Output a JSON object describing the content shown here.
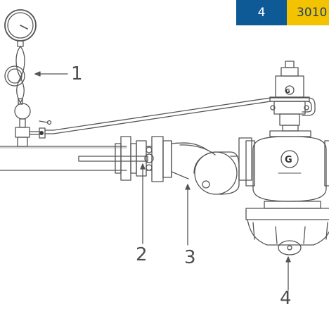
{
  "header": {
    "badge_left": "4",
    "badge_right": "3010"
  },
  "callouts": [
    "1",
    "2",
    "3",
    "4"
  ],
  "colors": {
    "badge_blue": "#0e5a97",
    "badge_yellow": "#f3c300",
    "line": "#555555"
  }
}
